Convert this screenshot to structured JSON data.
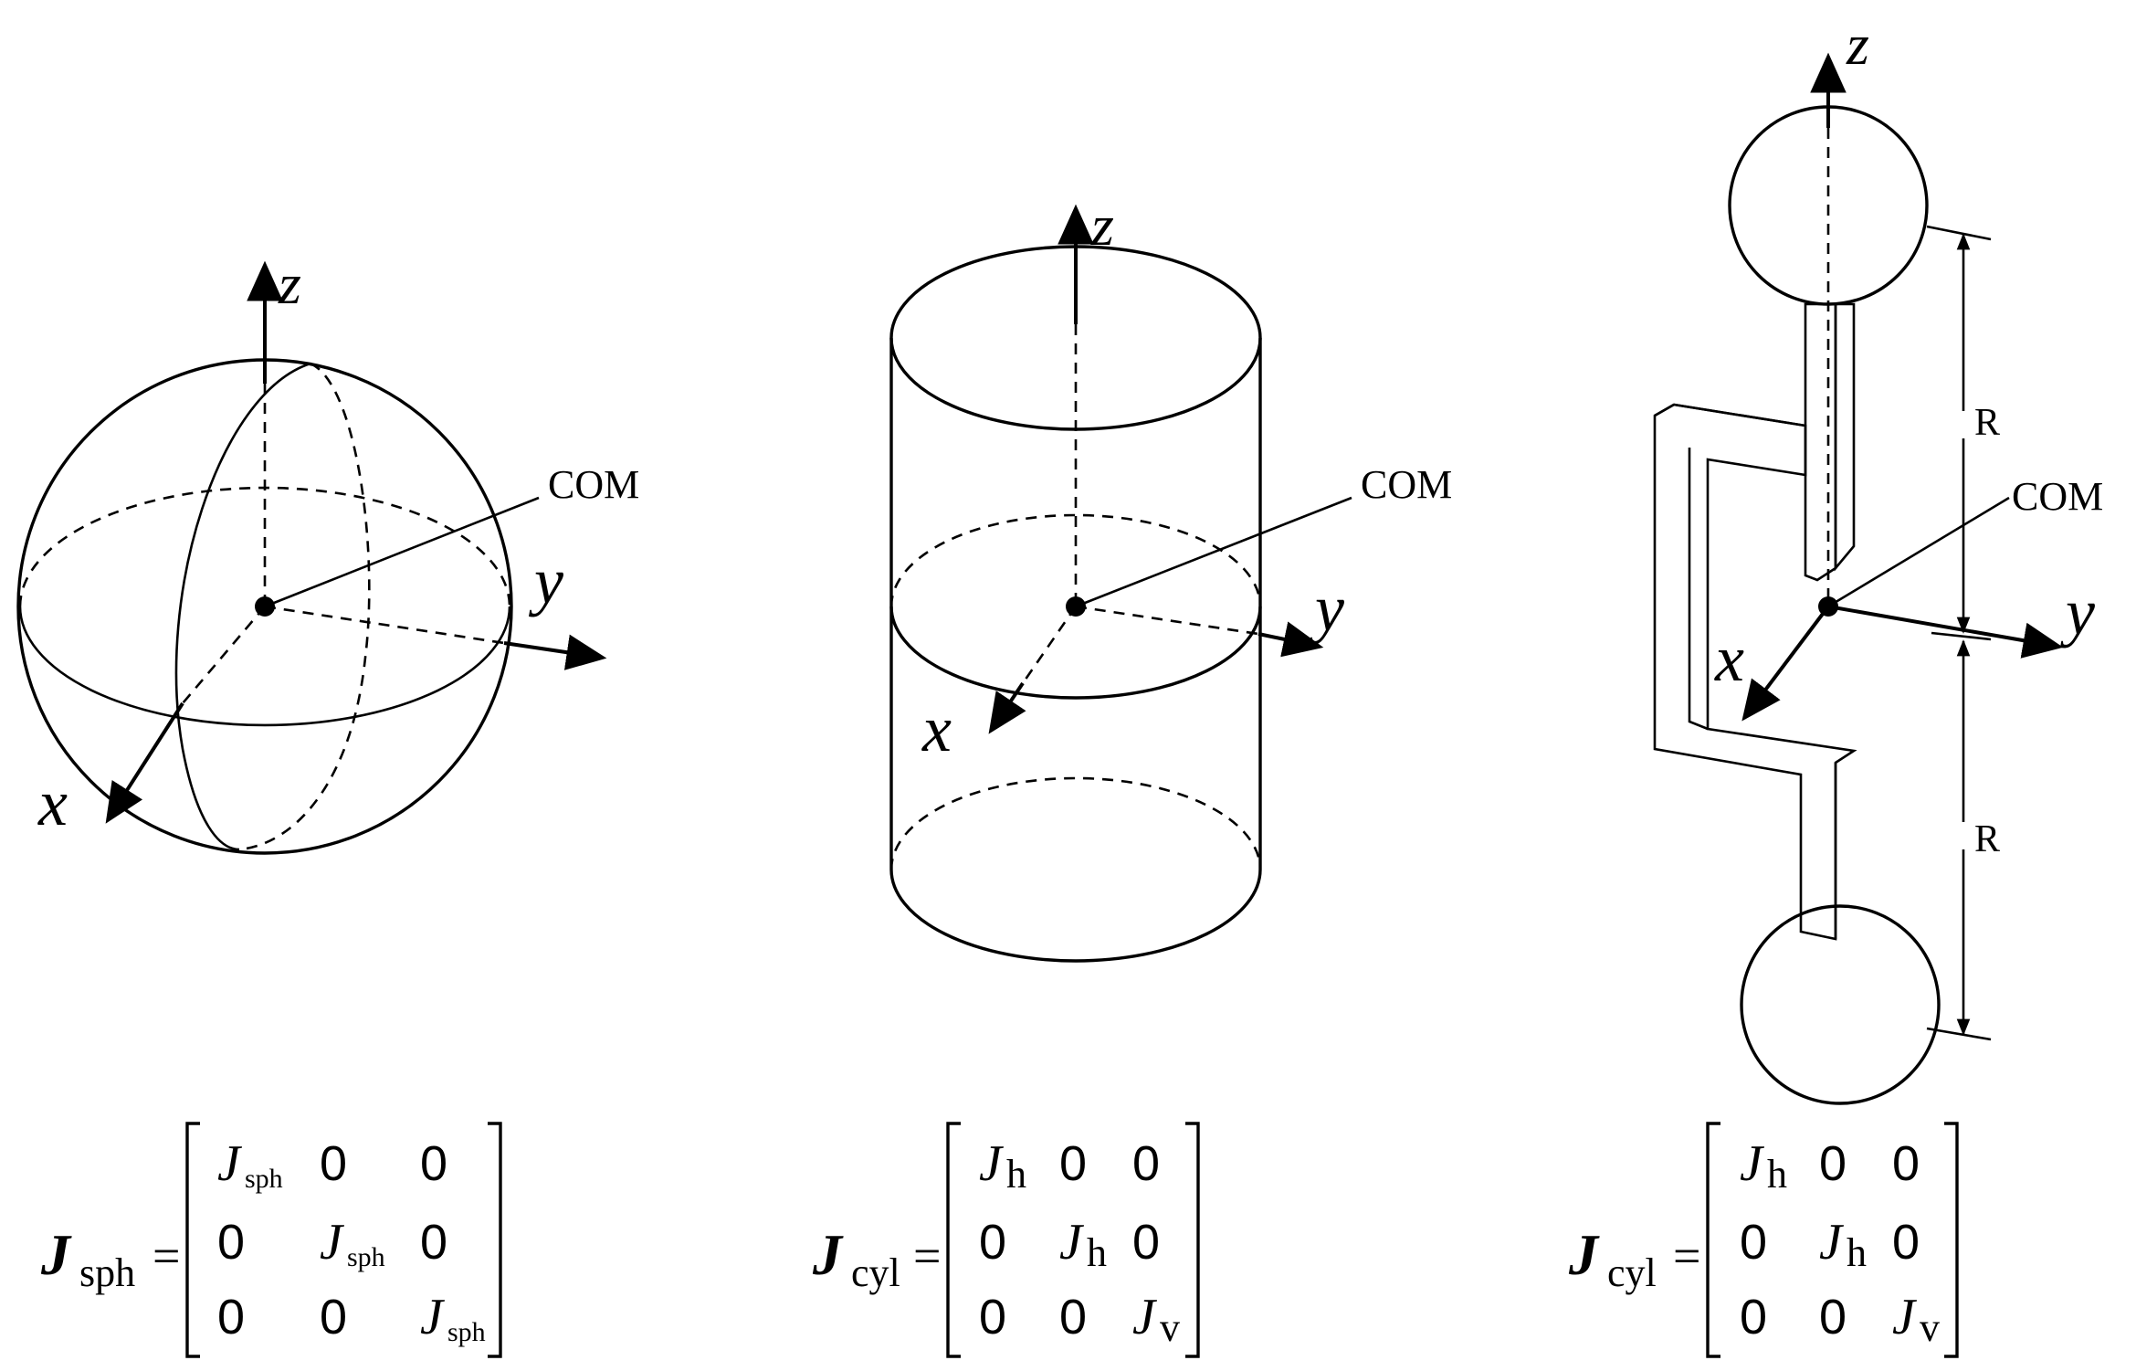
{
  "figures": [
    {
      "id": "sphere",
      "axes": {
        "x": "x",
        "y": "y",
        "z": "z"
      },
      "com_label": "COM",
      "matrix": {
        "lhs_symbol": "J",
        "lhs_subscript": "sph",
        "equals": "=",
        "rows": [
          [
            {
              "main": "J",
              "sub": "sph"
            },
            {
              "main": "0",
              "sub": ""
            },
            {
              "main": "0",
              "sub": ""
            }
          ],
          [
            {
              "main": "0",
              "sub": ""
            },
            {
              "main": "J",
              "sub": "sph"
            },
            {
              "main": "0",
              "sub": ""
            }
          ],
          [
            {
              "main": "0",
              "sub": ""
            },
            {
              "main": "0",
              "sub": ""
            },
            {
              "main": "J",
              "sub": "sph"
            }
          ]
        ]
      }
    },
    {
      "id": "cylinder",
      "axes": {
        "x": "x",
        "y": "y",
        "z": "z"
      },
      "com_label": "COM",
      "matrix": {
        "lhs_symbol": "J",
        "lhs_subscript": "cyl",
        "equals": "=",
        "rows": [
          [
            {
              "main": "J",
              "sub": "h"
            },
            {
              "main": "0",
              "sub": ""
            },
            {
              "main": "0",
              "sub": ""
            }
          ],
          [
            {
              "main": "0",
              "sub": ""
            },
            {
              "main": "J",
              "sub": "h"
            },
            {
              "main": "0",
              "sub": ""
            }
          ],
          [
            {
              "main": "0",
              "sub": ""
            },
            {
              "main": "0",
              "sub": ""
            },
            {
              "main": "J",
              "sub": "v"
            }
          ]
        ]
      }
    },
    {
      "id": "dumbbell",
      "axes": {
        "x": "x",
        "y": "y",
        "z": "z"
      },
      "com_label": "COM",
      "dimension_labels": [
        "R",
        "R"
      ],
      "matrix": {
        "lhs_symbol": "J",
        "lhs_subscript": "cyl",
        "equals": "=",
        "rows": [
          [
            {
              "main": "J",
              "sub": "h"
            },
            {
              "main": "0",
              "sub": ""
            },
            {
              "main": "0",
              "sub": ""
            }
          ],
          [
            {
              "main": "0",
              "sub": ""
            },
            {
              "main": "J",
              "sub": "h"
            },
            {
              "main": "0",
              "sub": ""
            }
          ],
          [
            {
              "main": "0",
              "sub": ""
            },
            {
              "main": "0",
              "sub": ""
            },
            {
              "main": "J",
              "sub": "v"
            }
          ]
        ]
      }
    }
  ]
}
